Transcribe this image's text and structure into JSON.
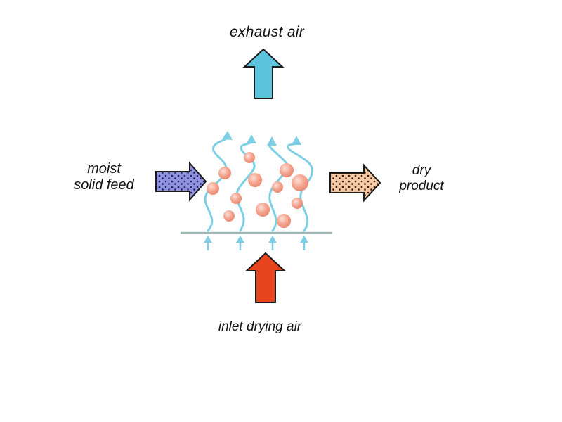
{
  "labels": {
    "exhaust": "exhaust air",
    "moist_line1": "moist",
    "moist_line2": "solid feed",
    "dry_line1": "dry",
    "dry_line2": "product",
    "inlet": "inlet drying air"
  },
  "colors": {
    "exhaust_arrow": "#5bc3dc",
    "inlet_arrow": "#e8441e",
    "feed_arrow": "#8f92e0",
    "product_arrow": "#f5c9a4",
    "air_stream": "#7ecfe6",
    "particle": "#f4a38e",
    "grid_plate": "#9fb8b6"
  }
}
